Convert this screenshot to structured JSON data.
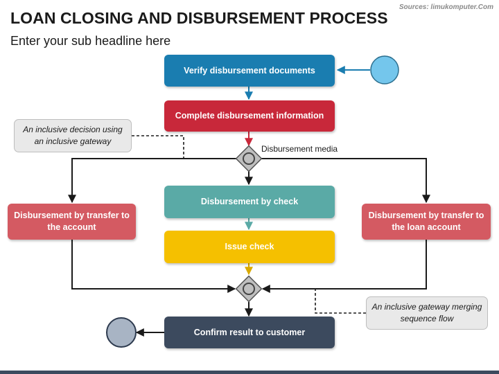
{
  "header": {
    "title": "LOAN CLOSING AND DISBURSEMENT PROCESS",
    "subtitle": "Enter your sub headline here",
    "source": "Sources: limukomputer.Com"
  },
  "nodes": {
    "verify": {
      "label": "Verify disbursement documents",
      "color": "#1a7db0"
    },
    "complete": {
      "label": "Complete disbursement information",
      "color": "#c8283a"
    },
    "check": {
      "label": "Disbursement by check",
      "color": "#5aaaa6"
    },
    "issue": {
      "label": "Issue check",
      "color": "#f5c000"
    },
    "transfer_account": {
      "label": "Disbursement by transfer to the account",
      "color": "#d45a62"
    },
    "transfer_loan": {
      "label": "Disbursement by transfer to the loan account",
      "color": "#d45a62"
    },
    "confirm": {
      "label": "Confirm result to customer",
      "color": "#3c4a5e"
    }
  },
  "gateway_label": "Disbursement media",
  "notes": {
    "decision": "An inclusive decision using an inclusive gateway",
    "merge": "An inclusive gateway merging sequence flow"
  },
  "events": {
    "start_color": "#74c6ec",
    "end_color": "#a8b4c4"
  }
}
